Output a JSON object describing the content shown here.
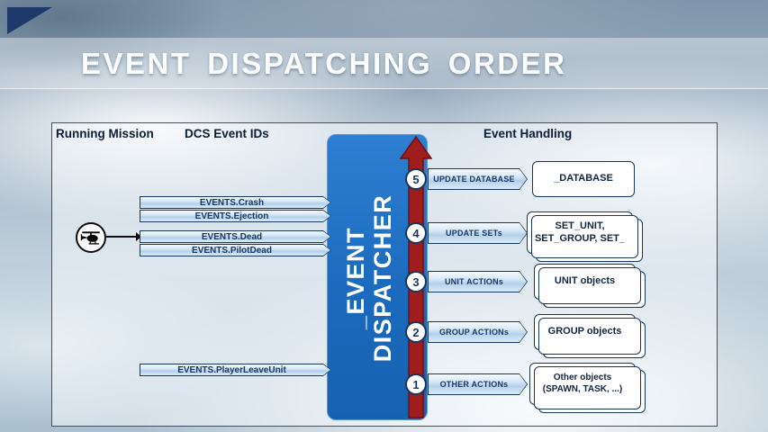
{
  "slide": {
    "title": "EVENT DISPATCHING ORDER"
  },
  "diagram": {
    "columns": {
      "running_mission": "Running Mission",
      "dcs_event_ids": "DCS Event IDs",
      "event_handling": "Event Handling"
    },
    "dispatcher": {
      "line1": "_EVENT",
      "line2": "DISPATCHER"
    },
    "event_arrows": [
      {
        "label": "EVENTS.Crash"
      },
      {
        "label": "EVENTS.Ejection"
      },
      {
        "label": "EVENTS.Dead"
      },
      {
        "label": "EVENTS.PilotDead"
      },
      {
        "label": "EVENTS.PlayerLeaveUnit"
      }
    ],
    "steps": [
      {
        "number": "5",
        "action": "UPDATE DATABASE",
        "target": "_DATABASE"
      },
      {
        "number": "4",
        "action": "UPDATE SETs",
        "target": "SET_UNIT, SET_GROUP, SET_"
      },
      {
        "number": "3",
        "action": "UNIT ACTIONs",
        "target": "UNIT objects"
      },
      {
        "number": "2",
        "action": "GROUP ACTIONs",
        "target": "GROUP objects"
      },
      {
        "number": "1",
        "action": "OTHER ACTIONs",
        "target": "Other objects (SPAWN, TASK, ...)"
      }
    ]
  },
  "colors": {
    "accent_blue": "#1b6abd",
    "arrow_red": "#9e1c1c",
    "navy": "#17365e",
    "light_blue": "#cfe3f5",
    "corner_navy": "#1d3a6b"
  }
}
